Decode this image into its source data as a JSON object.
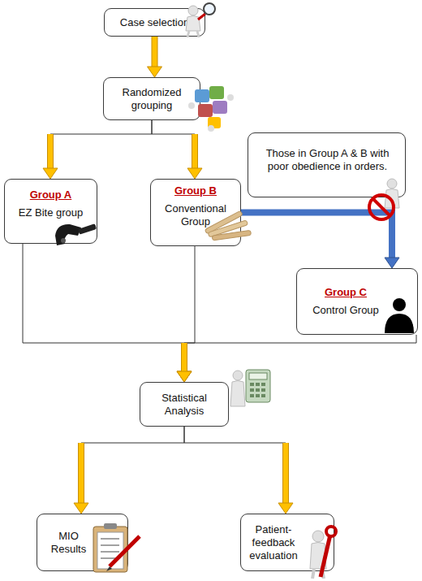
{
  "diagram": {
    "nodes": [
      {
        "text": [
          "Case selection"
        ]
      },
      {
        "text": [
          "Randomized grouping"
        ]
      },
      {
        "text": [
          "Group A",
          "EZ Bite group"
        ]
      },
      {
        "text": [
          "Group B",
          "Conventional Group"
        ]
      },
      {
        "text": [
          "Those in Group A & B with poor obedience in orders."
        ]
      },
      {
        "text": [
          "Group C",
          "Control Group"
        ]
      },
      {
        "text": [
          "Statistical Analysis"
        ]
      },
      {
        "text": [
          "MIO Results"
        ]
      },
      {
        "text": [
          "Patient-feedback evaluation"
        ]
      }
    ],
    "edges": [
      {
        "from": 0,
        "to": 1,
        "arrow": "to"
      },
      {
        "from": 1,
        "to": 2,
        "arrow": "to"
      },
      {
        "from": 1,
        "to": 3,
        "arrow": "to"
      },
      {
        "from": 3,
        "to": 5,
        "arrow": "to"
      },
      {
        "from": 2,
        "to": 6,
        "arrow": "to"
      },
      {
        "from": 3,
        "to": 6,
        "arrow": "to"
      },
      {
        "from": 5,
        "to": 6,
        "arrow": "to"
      },
      {
        "from": 6,
        "to": 7,
        "arrow": "to"
      },
      {
        "from": 6,
        "to": 8,
        "arrow": "to"
      }
    ]
  }
}
